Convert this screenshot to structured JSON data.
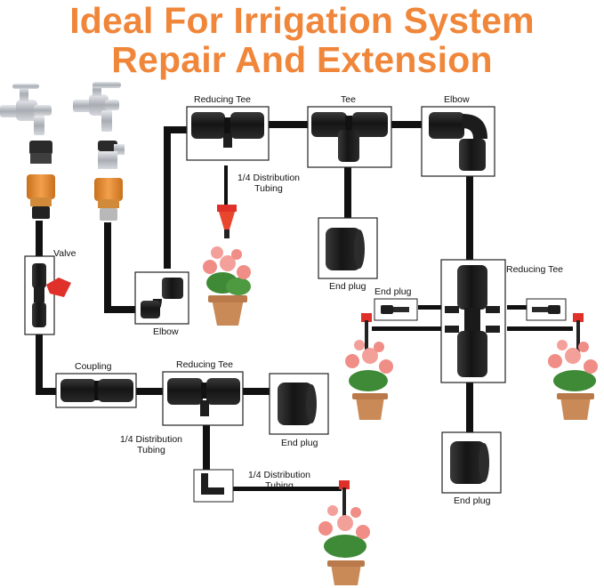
{
  "title": {
    "line1": "Ideal For Irrigation System",
    "line2": "Repair And Extension"
  },
  "labels": {
    "reducing_tee_top": "Reducing Tee",
    "tee_top": "Tee",
    "elbow_top": "Elbow",
    "distribution_tubing_top": "1/4 Distribution\nTubing",
    "valve": "Valve",
    "elbow_left": "Elbow",
    "end_plug_center": "End plug",
    "end_plug_right": "End plug",
    "reducing_tee_right": "Reducing Tee",
    "coupling": "Coupling",
    "reducing_tee_bottom": "Reducing Tee",
    "end_plug_bottom_mid": "End plug",
    "distribution_tubing_bottom_left": "1/4 Distribution\nTubing",
    "distribution_tubing_bottom": "1/4 Distribution\nTubing",
    "end_plug_bottom_right": "End plug"
  },
  "colors": {
    "title": "#f0863a",
    "tubing": "#111111",
    "fitting": "#1c1c1c",
    "faucet": "#b9bec4",
    "adapter_orange": "#e38a2e",
    "valve_handle": "#e0302a",
    "flower": "#f08d86",
    "leaf": "#3f8a36",
    "pot": "#c98a58"
  }
}
